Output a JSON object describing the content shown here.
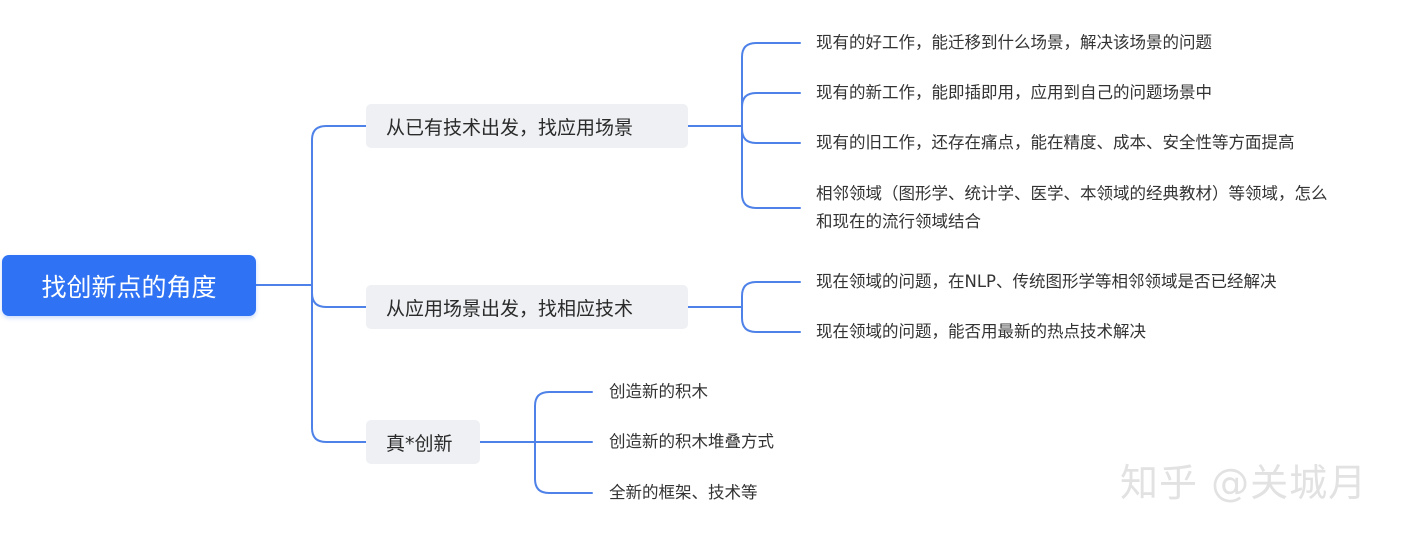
{
  "colors": {
    "root_bg": "#2f73f4",
    "root_text": "#ffffff",
    "branch_bg": "#eef0f3",
    "connector": "#4f82e8",
    "leaf_text": "#333333",
    "watermark": "#e2e2e2"
  },
  "root": {
    "label": "找创新点的角度"
  },
  "branches": [
    {
      "label": "从已有技术出发，找应用场景",
      "children": [
        "现有的好工作，能迁移到什么场景，解决该场景的问题",
        "现有的新工作，能即插即用，应用到自己的问题场景中",
        "现有的旧工作，还存在痛点，能在精度、成本、安全性等方面提高",
        "相邻领域（图形学、统计学、医学、本领域的经典教材）等领域，怎么和现在的流行领域结合"
      ],
      "multiline_child": {
        "line1": "相邻领域（图形学、统计学、医学、本领域的经典教材）等领域，怎么",
        "line2": "和现在的流行领域结合"
      }
    },
    {
      "label": "从应用场景出发，找相应技术",
      "children": [
        "现在领域的问题，在NLP、传统图形学等相邻领域是否已经解决",
        "现在领域的问题，能否用最新的热点技术解决"
      ]
    },
    {
      "label": "真*创新",
      "children": [
        "创造新的积木",
        "创造新的积木堆叠方式",
        "全新的框架、技术等"
      ]
    }
  ],
  "watermark": "知乎 @关城月"
}
